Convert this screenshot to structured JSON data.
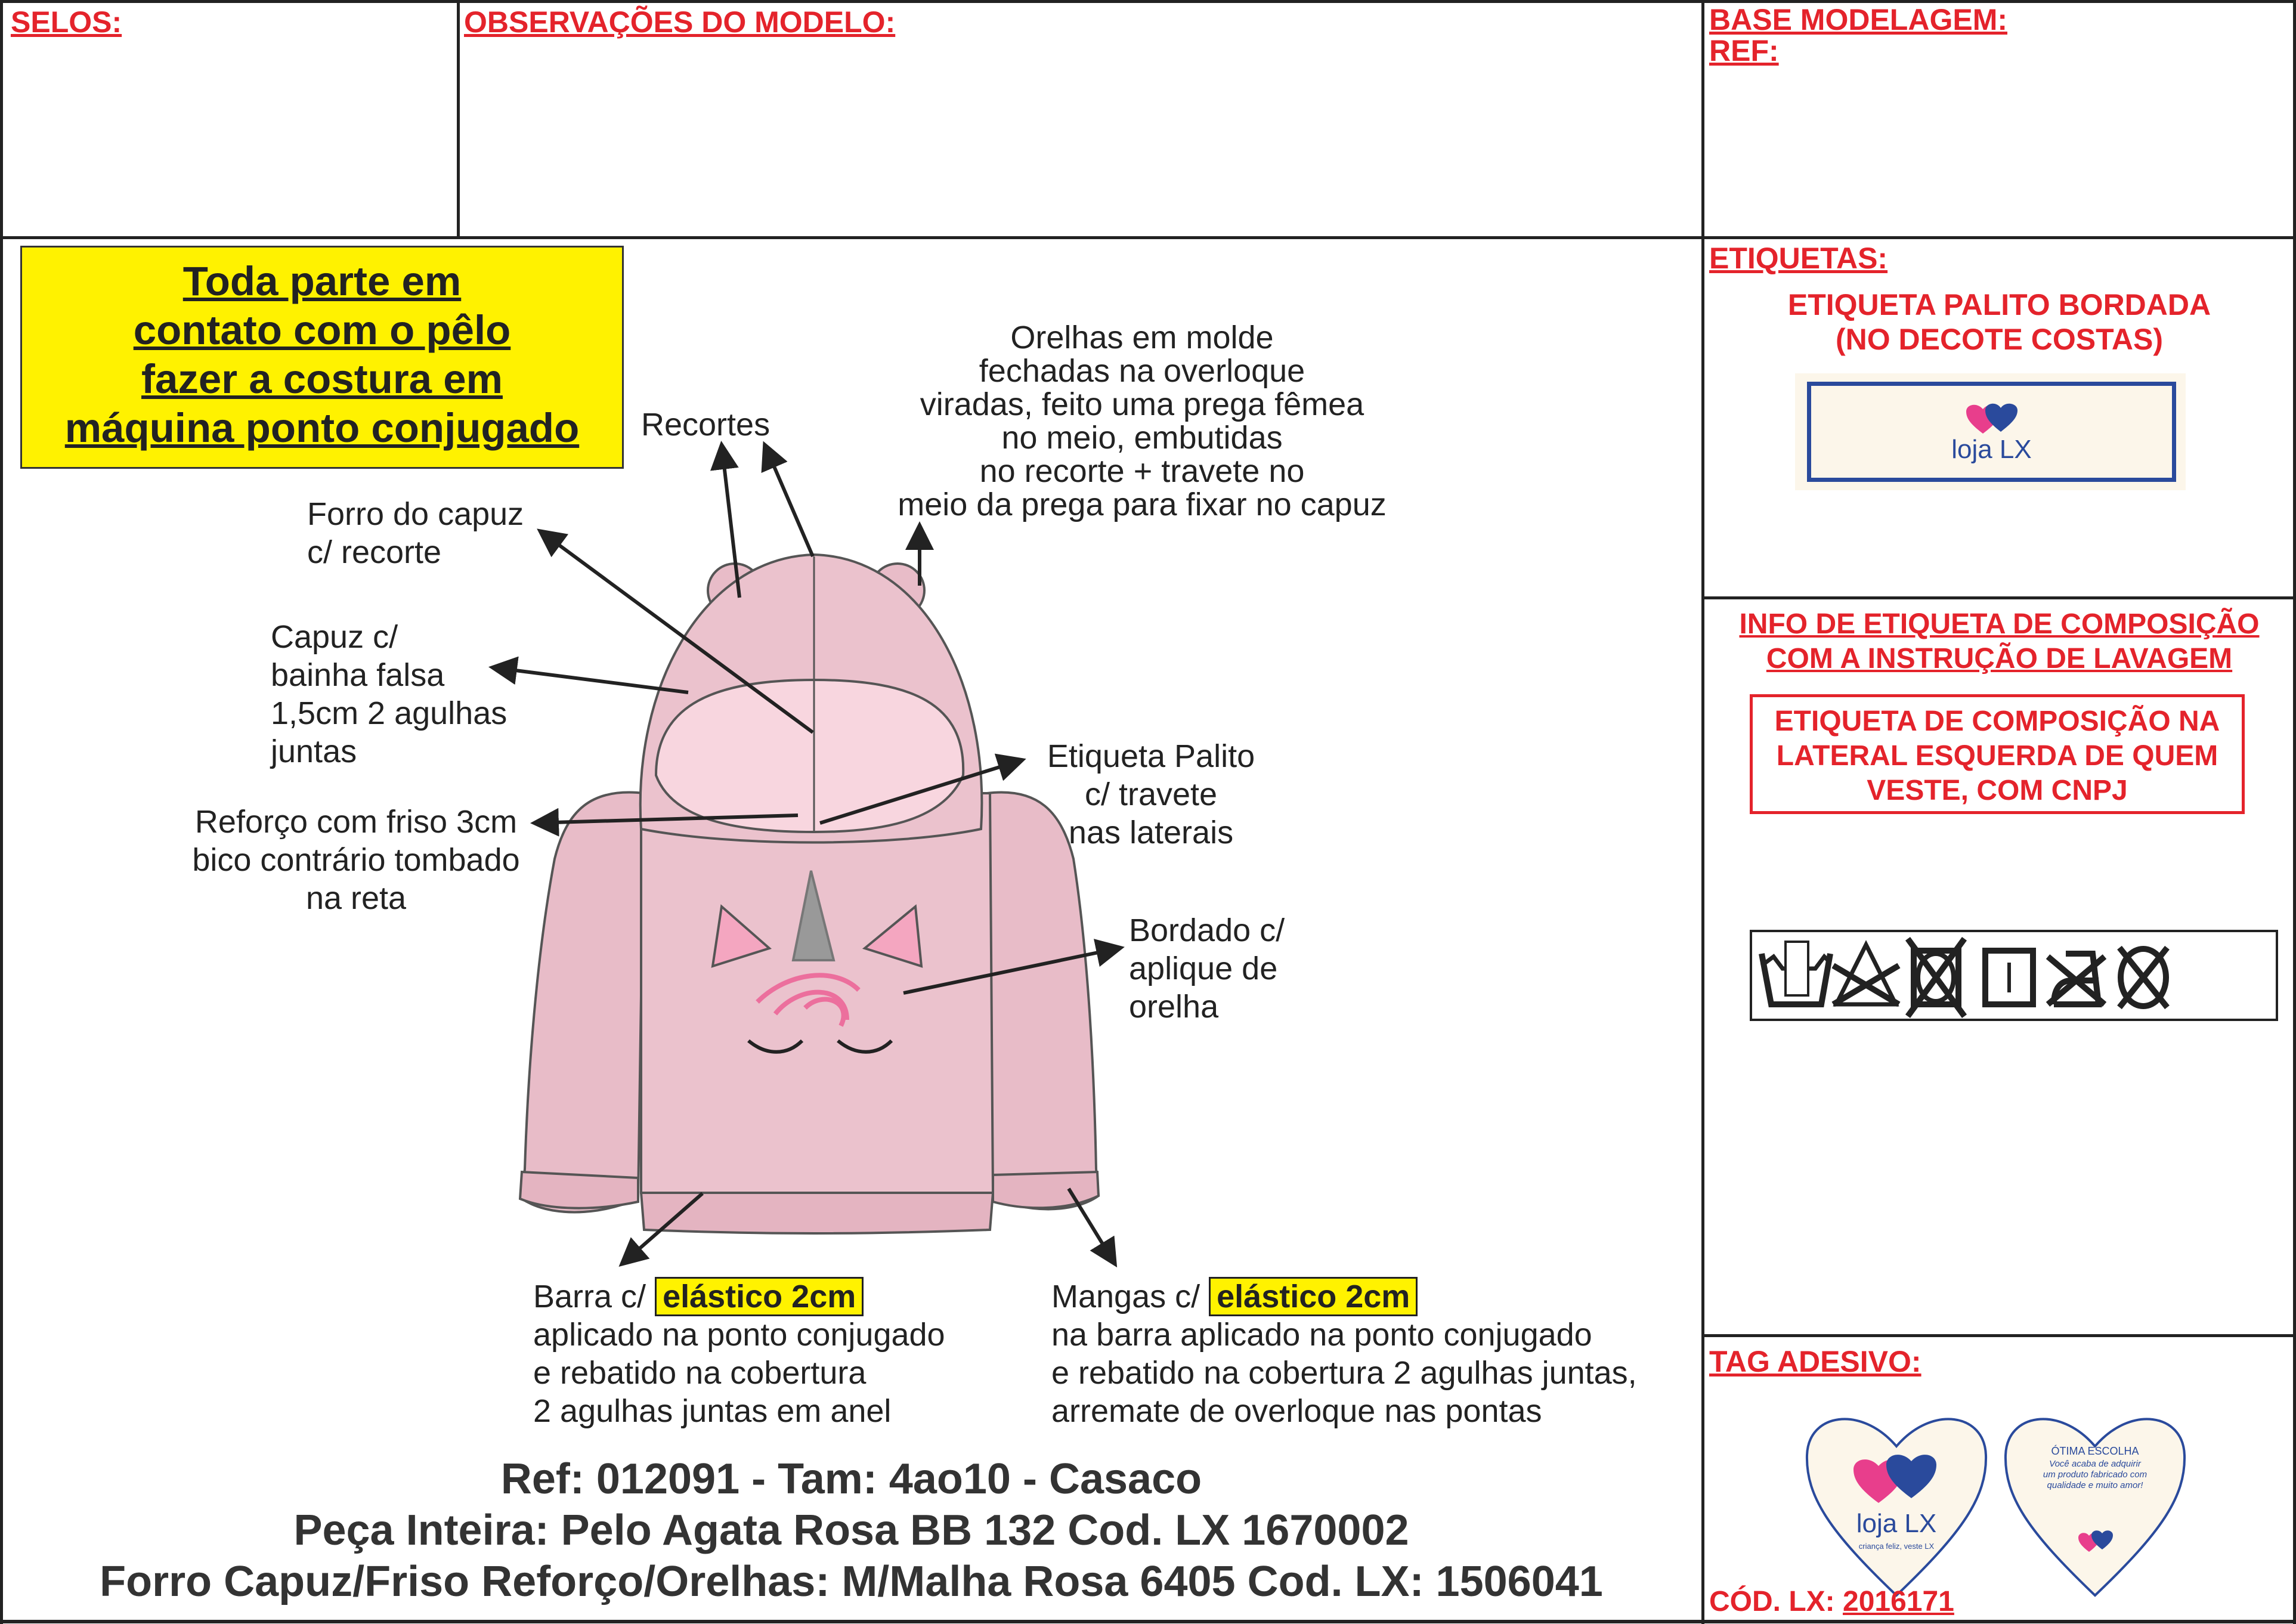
{
  "header": {
    "selos": "SELOS:",
    "observacoes": "OBSERVAÇÕES DO MODELO:",
    "base_modelagem": "BASE MODELAGEM:",
    "ref": "REF:"
  },
  "warning_box": {
    "lines": [
      "Toda parte em",
      "contato com o pêlo",
      "fazer a costura em",
      "máquina ponto conjugado"
    ]
  },
  "annotations": {
    "recortes": "Recortes",
    "orelhas": "Orelhas em molde\nfechadas na overloque\nviradas, feito uma prega fêmea\nno meio, embutidas\nno recorte + travete no\nmeio da prega para fixar no capuz",
    "forro": "Forro do capuz\nc/ recorte",
    "capuz": "Capuz c/\nbainha falsa\n1,5cm 2 agulhas\njuntas",
    "reforco": "Reforço com friso 3cm\nbico contrário tombado\nna reta",
    "etiqueta_palito": "Etiqueta Palito\nc/ travete\nnas laterais",
    "bordado": "Bordado c/\naplique de\norelha",
    "barra_prefix": "Barra c/ ",
    "barra_highlight": "elástico 2cm",
    "barra_rest": "aplicado na ponto conjugado\ne rebatido na cobertura\n2 agulhas juntas em anel",
    "mangas_prefix": "Mangas c/ ",
    "mangas_highlight": "elástico 2cm",
    "mangas_rest": "na barra aplicado na ponto conjugado\ne rebatido na cobertura 2 agulhas juntas,\narremate de overloque nas pontas"
  },
  "reference": {
    "line1": "Ref: 012091 - Tam: 4ao10 - Casaco",
    "line2": "Peça Inteira: Pelo Agata Rosa BB 132 Cod. LX 1670002",
    "line3": "Forro Capuz/Friso Reforço/Orelhas: M/Malha Rosa 6405 Cod. LX: 1506041"
  },
  "etiquetas": {
    "title": "ETIQUETAS:",
    "desc_line1": "ETIQUETA PALITO BORDADA",
    "desc_line2": "(NO DECOTE COSTAS)",
    "logo_text": "loja LX"
  },
  "composicao": {
    "title_line1": "INFO DE ETIQUETA DE COMPOSIÇÃO",
    "title_line2": "COM A INSTRUÇÃO DE LAVAGEM",
    "box_line1": "ETIQUETA DE COMPOSIÇÃO NA",
    "box_line2": "LATERAL ESQUERDA DE QUEM",
    "box_line3": "VESTE, COM CNPJ",
    "care_symbols": [
      "hand-wash-icon",
      "no-bleach-icon",
      "no-tumble-dry-icon",
      "line-dry-icon",
      "no-iron-icon",
      "no-dry-clean-icon"
    ]
  },
  "tag": {
    "title": "TAG ADESIVO:",
    "front_logo": "loja LX",
    "front_slogan": "criança feliz, veste LX",
    "back_title": "ÓTIMA ESCOLHA",
    "back_text": "Você acaba de adquirir\num produto fabricado com\nqualidade e muito amor!",
    "code_label": "CÓD. LX: ",
    "code_value": "2016171"
  },
  "colors": {
    "red": "#e4232b",
    "yellow": "#fff200",
    "pink": "#e8b9c6",
    "blue": "#2a4a9c",
    "logo_pink": "#e83e8c"
  }
}
